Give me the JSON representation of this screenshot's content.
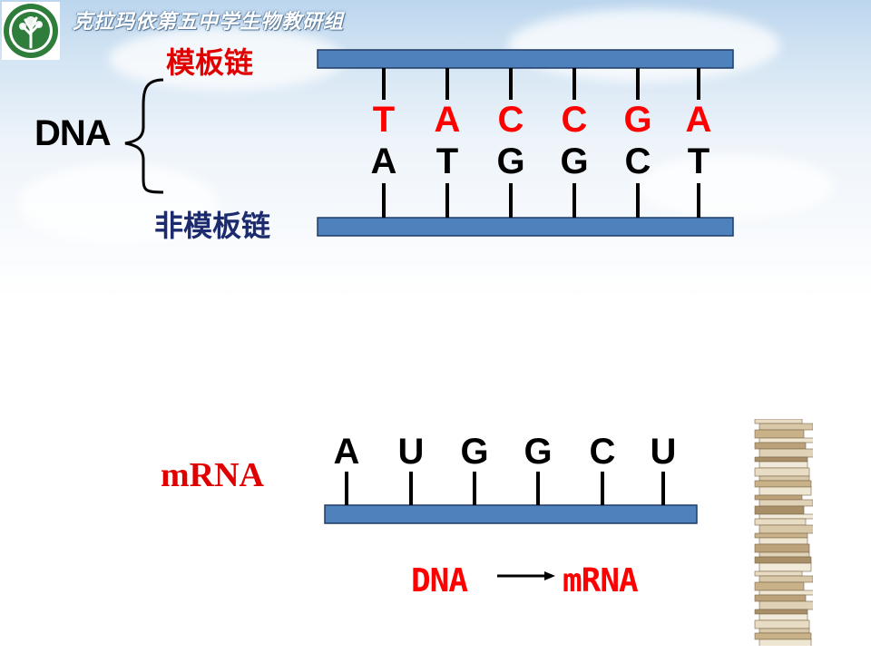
{
  "header": {
    "title": "克拉玛依第五中学生物教研组"
  },
  "dna": {
    "label": "DNA",
    "template_label": "模板链",
    "non_template_label": "非模板链",
    "template_bases": [
      "T",
      "A",
      "C",
      "C",
      "G",
      "A"
    ],
    "coding_bases": [
      "A",
      "T",
      "G",
      "G",
      "C",
      "T"
    ]
  },
  "mrna": {
    "label": "mRNA",
    "bases": [
      "A",
      "U",
      "G",
      "G",
      "C",
      "U"
    ]
  },
  "flow": {
    "from": "DNA",
    "to": "mRNA"
  },
  "colors": {
    "strand_fill": "#4f81bd",
    "strand_border": "#1f3c66",
    "template_base": "#ff0000",
    "coding_base": "#000000",
    "label_red": "#e00000",
    "label_blue": "#1c2a6e"
  },
  "icons": {
    "logo": "tree-emblem-icon",
    "decoration": "book-stack-icon"
  }
}
